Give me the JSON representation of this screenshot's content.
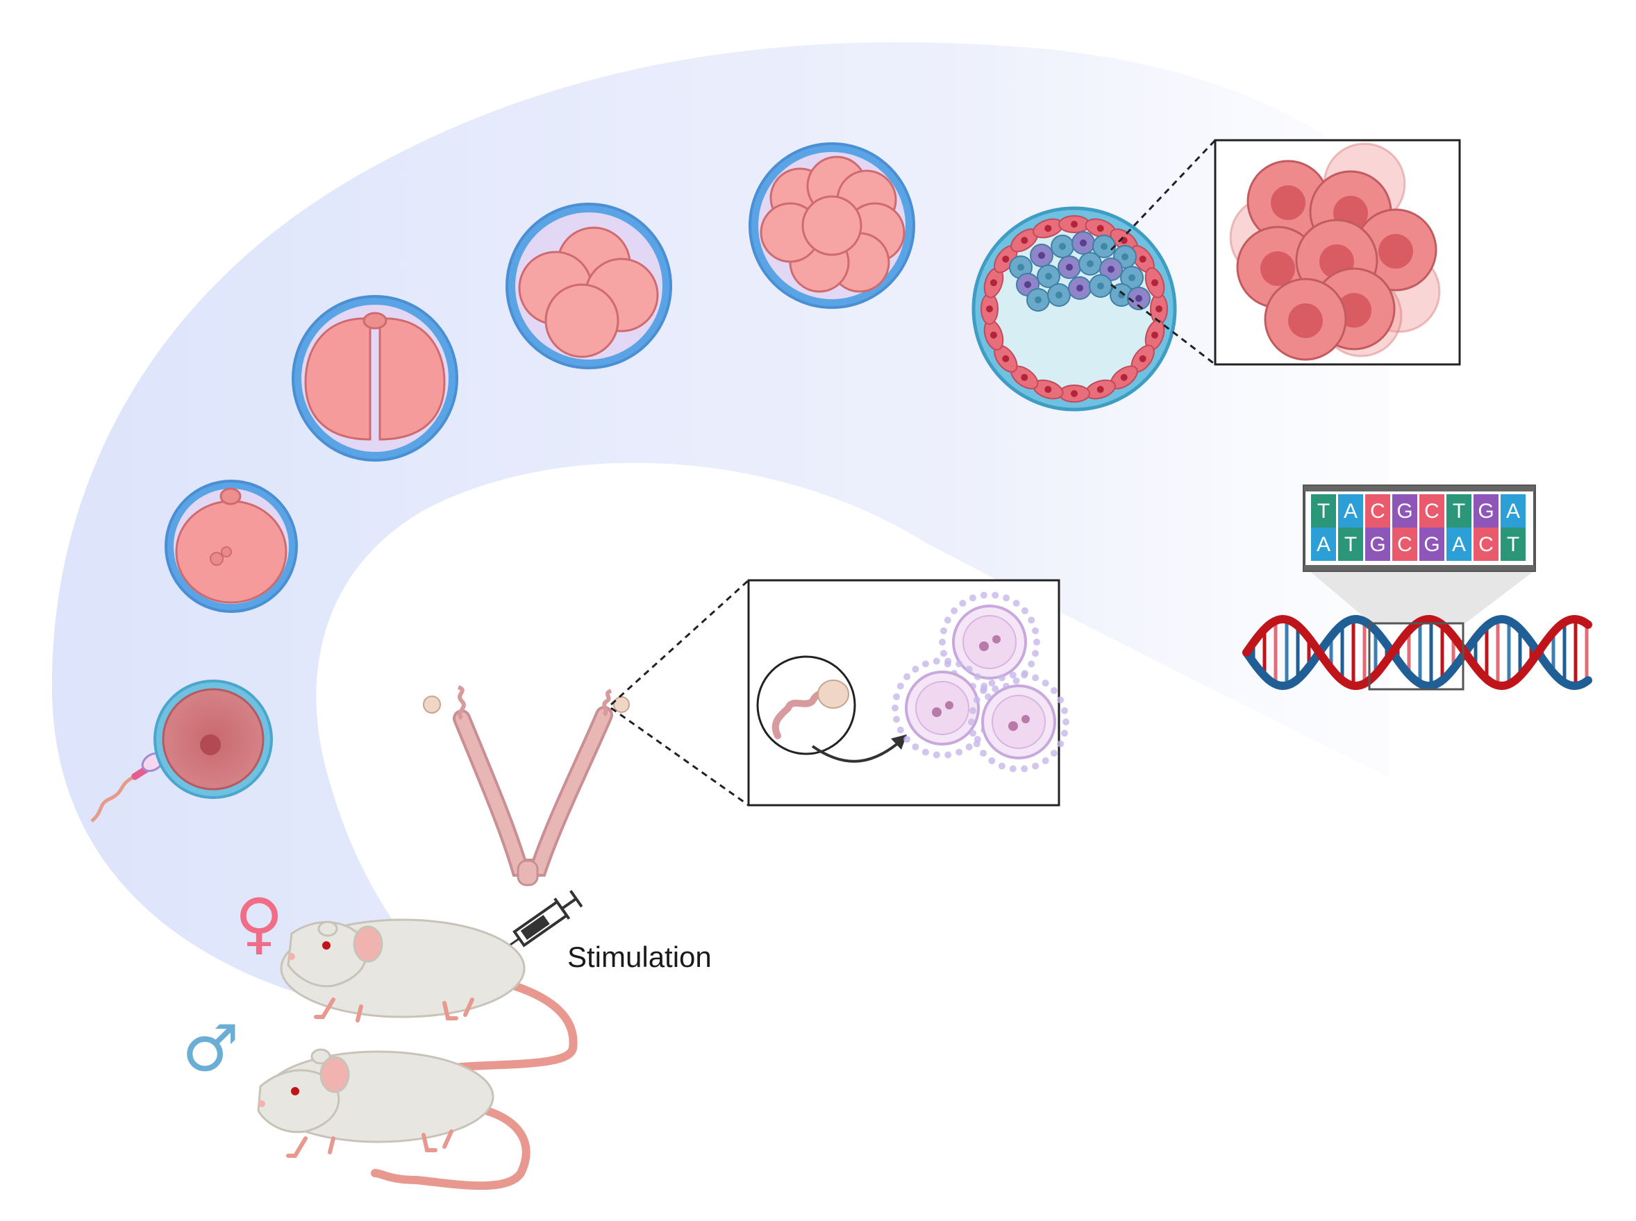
{
  "labels": {
    "stimulation": "Stimulation"
  },
  "symbols": {
    "female": "♀",
    "male": "♂"
  },
  "dna": {
    "top_strand": [
      "T",
      "A",
      "C",
      "G",
      "C",
      "T",
      "G",
      "A"
    ],
    "bottom_strand": [
      "A",
      "T",
      "G",
      "C",
      "G",
      "A",
      "C",
      "T"
    ]
  },
  "colors": {
    "band": "#dfe5fb",
    "zona": "#62a6e6",
    "perivitelline": "#ddd3f3",
    "blastomere": "#f5a3a3",
    "trophectoderm": "#e96e7c",
    "inner_cell_mass": "#6aa9c9",
    "female_symbol": "#f06d85",
    "male_symbol": "#6aaed6",
    "nucleotide_T": "#2b9778",
    "nucleotide_A": "#2c9fd6",
    "nucleotide_C": "#e85a6c",
    "nucleotide_G": "#8d56b8",
    "helix_red": "#c0141b",
    "helix_blue": "#1f5f95"
  }
}
